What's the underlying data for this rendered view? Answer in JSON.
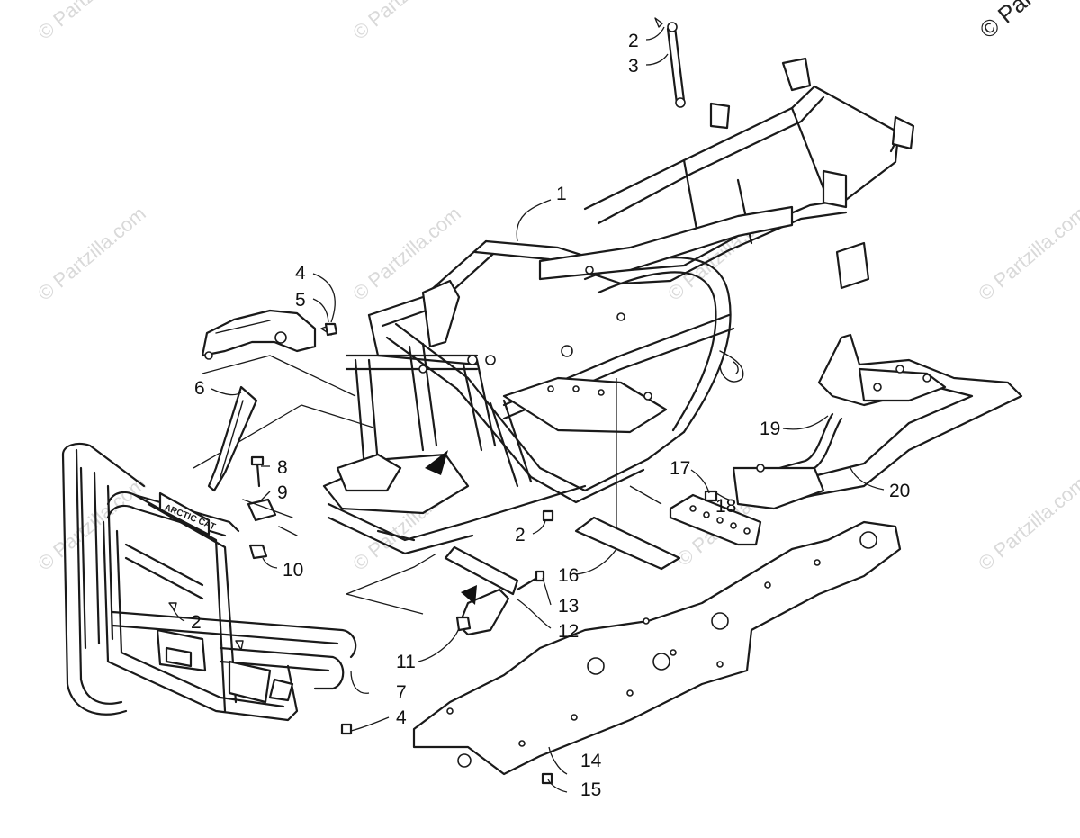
{
  "watermark": {
    "text": "© Partzilla.com"
  },
  "copyright": {
    "text": "© Partzilla.com"
  },
  "decal": {
    "text": "ARCTIC CAT"
  },
  "callouts": [
    "1",
    "2",
    "3",
    "4",
    "5",
    "6",
    "7",
    "8",
    "9",
    "10",
    "11",
    "12",
    "13",
    "14",
    "15",
    "16",
    "17",
    "18",
    "19",
    "20"
  ]
}
